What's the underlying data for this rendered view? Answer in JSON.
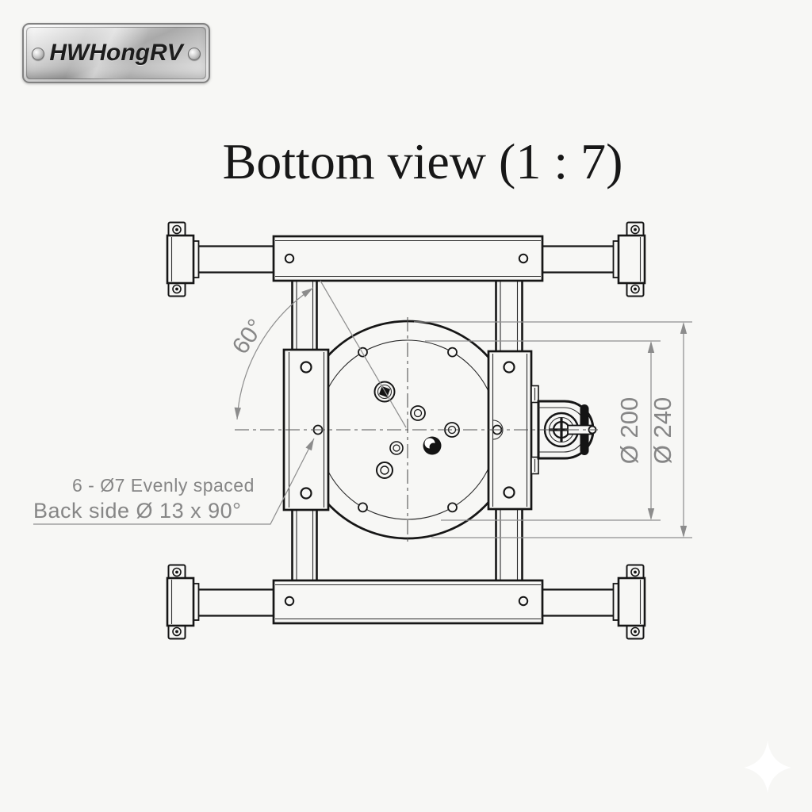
{
  "logo": {
    "brand": "HWHongRV"
  },
  "title": {
    "text": "Bottom view (1 : 7)",
    "scale": "1 : 7"
  },
  "drawing": {
    "angle_label": "60°",
    "bolt_circle_dim": "Ø 200",
    "outer_dim": "Ø 240",
    "note_line1": "6 - Ø7 Evenly spaced",
    "note_line2": "Back side Ø 13 x 90°"
  },
  "colors": {
    "background": "#f7f7f5",
    "drawing_line": "#161616",
    "dimension_gray": "#8c8c8c",
    "note_gray": "#868686",
    "logo_metal_light": "#fdfdfd",
    "logo_metal_dark": "#a9a9a9"
  }
}
